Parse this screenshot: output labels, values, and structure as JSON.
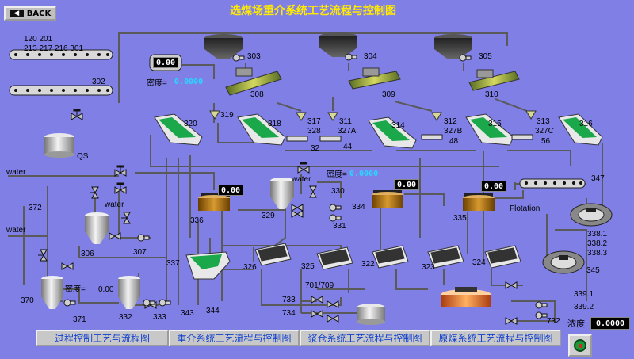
{
  "title": "选煤场重介系统工艺流程与控制图",
  "back_label": "BACK",
  "displays": {
    "top_meter": "0.00",
    "density_top_label": "密度=",
    "density_top_value": "0.0000",
    "sump_336": "0.00",
    "sump_334": "0.00",
    "sump_335": "0.00",
    "density_mid_label": "密度=",
    "density_mid_value": "0.0000",
    "density_low_label": "密度=",
    "density_low_value": "0.00",
    "concentration_label": "浓度",
    "concentration_value": "0.0000"
  },
  "labels": {
    "conv_nums_1": "120 201",
    "conv_nums_2": "213 217 216  301",
    "l302": "302",
    "l303": "303",
    "l304": "304",
    "l305": "305",
    "l308": "308",
    "l309": "309",
    "l310": "310",
    "l320": "320",
    "l318": "318",
    "l314": "314",
    "l315": "315",
    "l316": "316",
    "l319": "319",
    "l317": "317",
    "l328": "328",
    "l32": "32",
    "l311": "311",
    "l327A": "327A",
    "l44": "44",
    "l312": "312",
    "l327B": "327B",
    "l48": "48",
    "l313": "313",
    "l327C": "327C",
    "l56": "56",
    "lQS": "QS",
    "water1": "water",
    "water2": "water",
    "water3": "water",
    "water4": "water",
    "l372": "372",
    "l306": "306",
    "l307": "307",
    "l336": "336",
    "l329": "329",
    "l330": "330",
    "l331": "331",
    "l334": "334",
    "l335": "335",
    "l347": "347",
    "flotation": "Flotation",
    "l338_1": "338.1",
    "l338_2": "338.2",
    "l338_3": "338.3",
    "l345": "345",
    "l337": "337",
    "l326": "326",
    "l325": "325",
    "l322": "322",
    "l323": "323",
    "l324": "324",
    "l370": "370",
    "l371": "371",
    "l332": "332",
    "l333": "333",
    "l343": "343",
    "l344": "344",
    "l701": "701/709",
    "l733": "733",
    "l734": "734",
    "l732": "732",
    "l339_1": "339.1",
    "l339_2": "339.2"
  },
  "nav": [
    "过程控制工艺与流程图",
    "重介系统工艺流程与控制图",
    "浆仓系统工艺流程与控制图",
    "原煤系统工艺流程与控制图"
  ],
  "colors": {
    "background": "#7f7fe6",
    "title": "#ffea00",
    "pipe": "#5a5a5a",
    "screen_green": "#1aa84a",
    "sump": "#b07010",
    "lcd_text_cyan": "#28d8ff"
  }
}
